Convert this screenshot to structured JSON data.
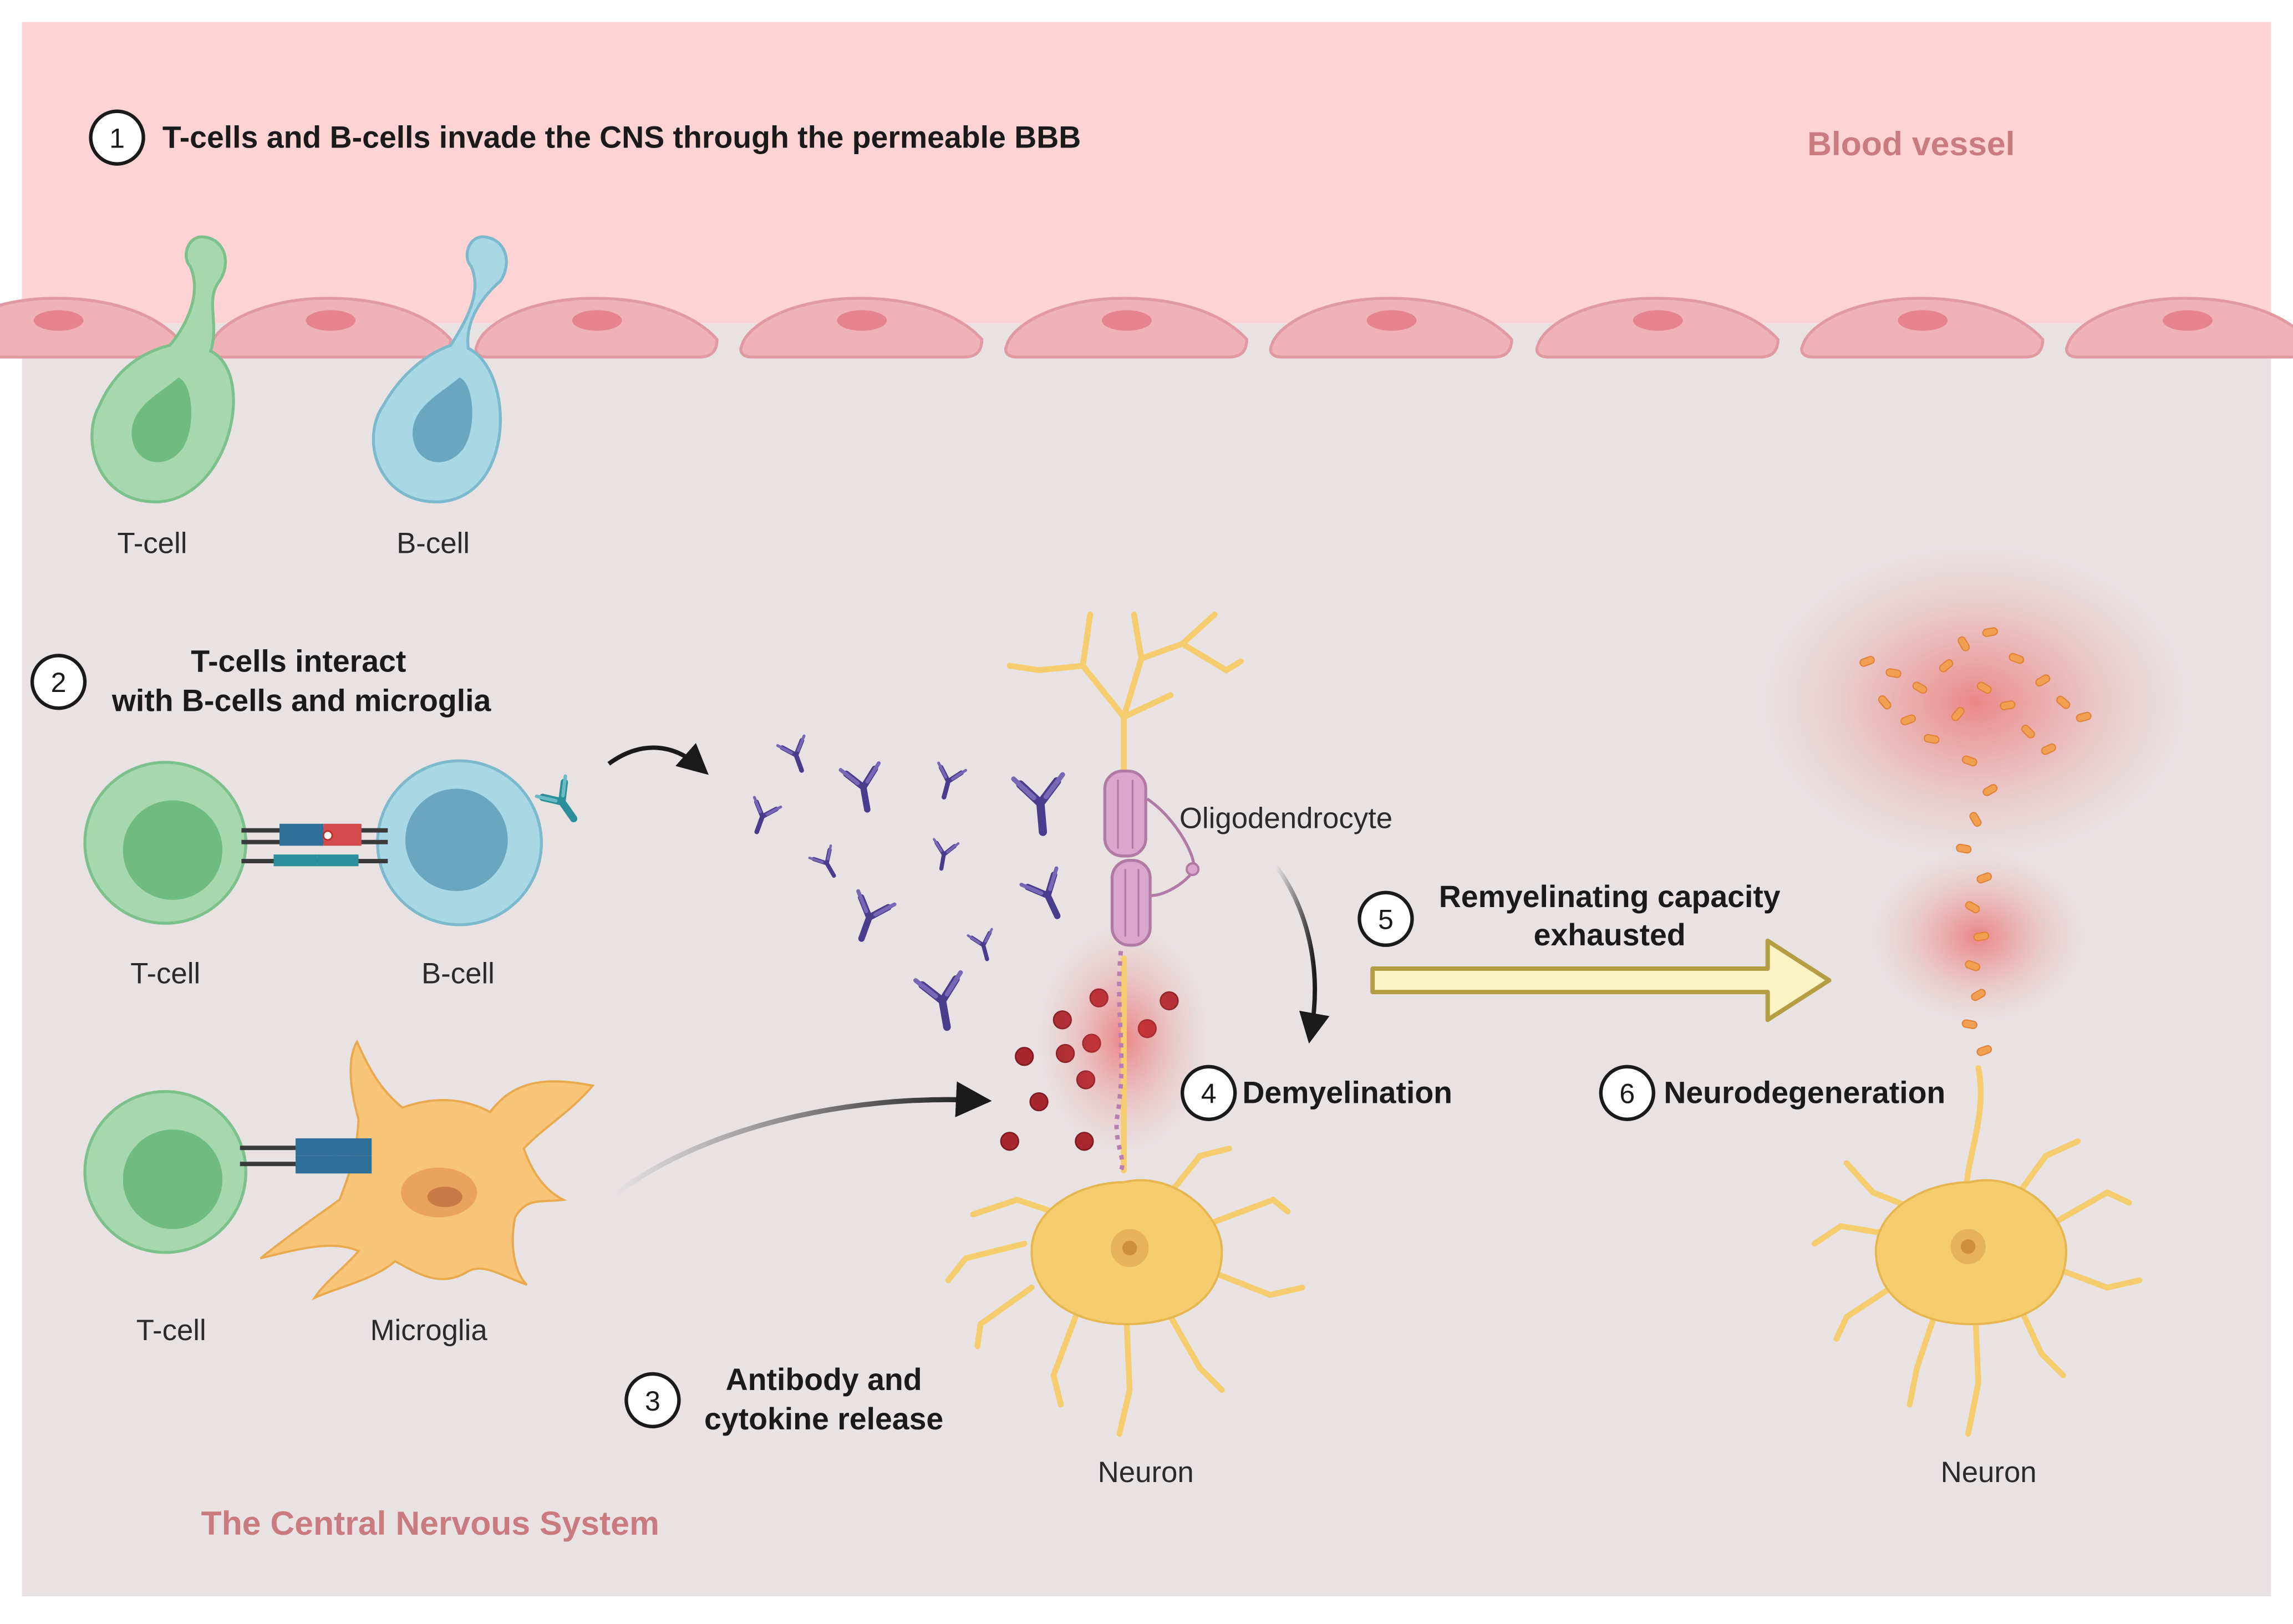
{
  "colors": {
    "vessel": "#fdd3d3",
    "cns": "#e8e2e3",
    "endothelium": "#efb2b7",
    "endothelium_nucleus": "#e5848e",
    "tcell": "#a6d8ad",
    "tcell_nucleus": "#6fbb80",
    "bcell": "#a8d8e6",
    "bcell_nucleus": "#6aa6bd",
    "microglia": "#f8c477",
    "neuron": "#f5cd6e",
    "antibody": "#4a3c8c",
    "cytokine": "#a8262e",
    "myelin": "#d9a6cc",
    "damage": "#e8503a",
    "arrow_fill": "#fbf3c4",
    "region_text": "#c97b80"
  },
  "regions": {
    "blood_vessel": "Blood vessel",
    "cns": "The Central Nervous System"
  },
  "steps": [
    {
      "number": "1",
      "text_lines": [
        "T-cells and B-cells invade the CNS through the permeable BBB"
      ]
    },
    {
      "number": "2",
      "text_lines": [
        "T-cells interact",
        "with B-cells and microglia"
      ]
    },
    {
      "number": "3",
      "text_lines": [
        "Antibody and",
        "cytokine release"
      ]
    },
    {
      "number": "4",
      "text_lines": [
        "Demyelination"
      ]
    },
    {
      "number": "5",
      "text_lines": [
        "Remyelinating capacity",
        "exhausted"
      ]
    },
    {
      "number": "6",
      "text_lines": [
        "Neurodegeneration"
      ]
    }
  ],
  "labels": {
    "tcell_invading": "T-cell",
    "bcell_invading": "B-cell",
    "tcell_pair": "T-cell",
    "bcell_pair": "B-cell",
    "tcell_microglia": "T-cell",
    "microglia": "Microglia",
    "oligodendrocyte": "Oligodendrocyte",
    "neuron_left": "Neuron",
    "neuron_right": "Neuron"
  },
  "icons": [
    "t-cell-icon",
    "b-cell-icon",
    "microglia-icon",
    "antibody-icon",
    "cytokine-icon",
    "neuron-icon",
    "oligodendrocyte-icon",
    "curved-arrow-icon",
    "block-arrow-icon"
  ]
}
